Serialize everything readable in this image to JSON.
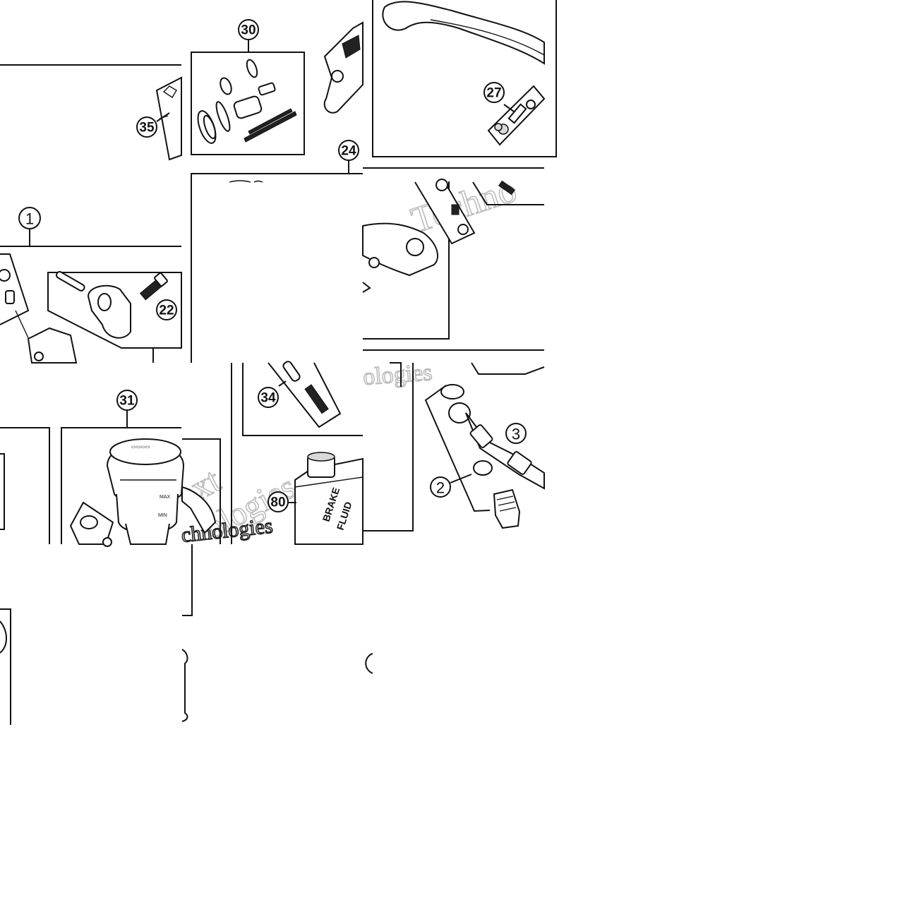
{
  "callouts": [
    {
      "id": "c30",
      "label": "30"
    },
    {
      "id": "c35",
      "label": "35"
    },
    {
      "id": "c27",
      "label": "27"
    },
    {
      "id": "c24",
      "label": "24"
    },
    {
      "id": "c1",
      "label": "1"
    },
    {
      "id": "c22",
      "label": "22"
    },
    {
      "id": "c31",
      "label": "31"
    },
    {
      "id": "c34",
      "label": "34"
    },
    {
      "id": "c80",
      "label": "80"
    },
    {
      "id": "c3",
      "label": "3"
    },
    {
      "id": "c2",
      "label": "2"
    }
  ],
  "fluid_can": {
    "line1": "BRAKE",
    "line2": "FLUID"
  },
  "reservoir": {
    "max": "MAX",
    "min": "MIN"
  },
  "watermarks": {
    "w1": "Techno",
    "w2": "ologies",
    "w3": "ext",
    "w4": "ologies",
    "w5": "chnologies"
  },
  "colors": {
    "line": "#111111",
    "watermark": "#bdbdbd",
    "background": "#ffffff"
  }
}
